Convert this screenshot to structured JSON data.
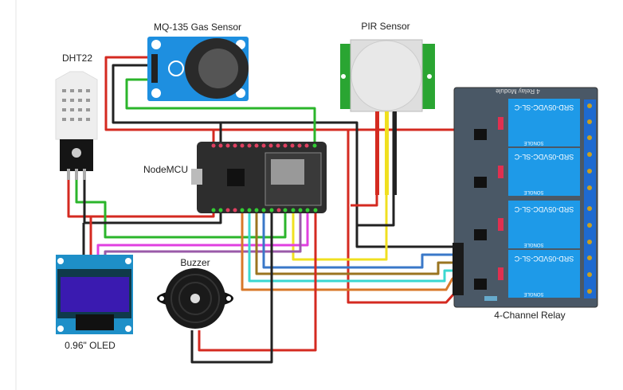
{
  "labels": {
    "gas_sensor": "MQ-135 Gas Sensor",
    "dht": "DHT22",
    "pir": "PIR Sensor",
    "mcu": "NodeMCU",
    "buzzer": "Buzzer",
    "oled": "0.96\" OLED",
    "relay": "4-Channel Relay",
    "relay_board_text": "4 Relay Module",
    "relay_model": "SRD-05VDC-SL-C",
    "relay_brand": "SONGLE"
  },
  "colors": {
    "wire_power": "#d42a20",
    "wire_ground": "#222222",
    "wire_green": "#2bb52b",
    "wire_yellow": "#f0e020",
    "wire_blue": "#3a78c8",
    "wire_brown": "#9a7420",
    "wire_cyan": "#3ad8d0",
    "wire_orange": "#d8782a",
    "wire_magenta": "#e040e0",
    "wire_purple": "#9a5aa8",
    "module_blue": "#1e8fe0",
    "relay_board": "#4a5866",
    "oled_screen": "#3a1ab0"
  }
}
